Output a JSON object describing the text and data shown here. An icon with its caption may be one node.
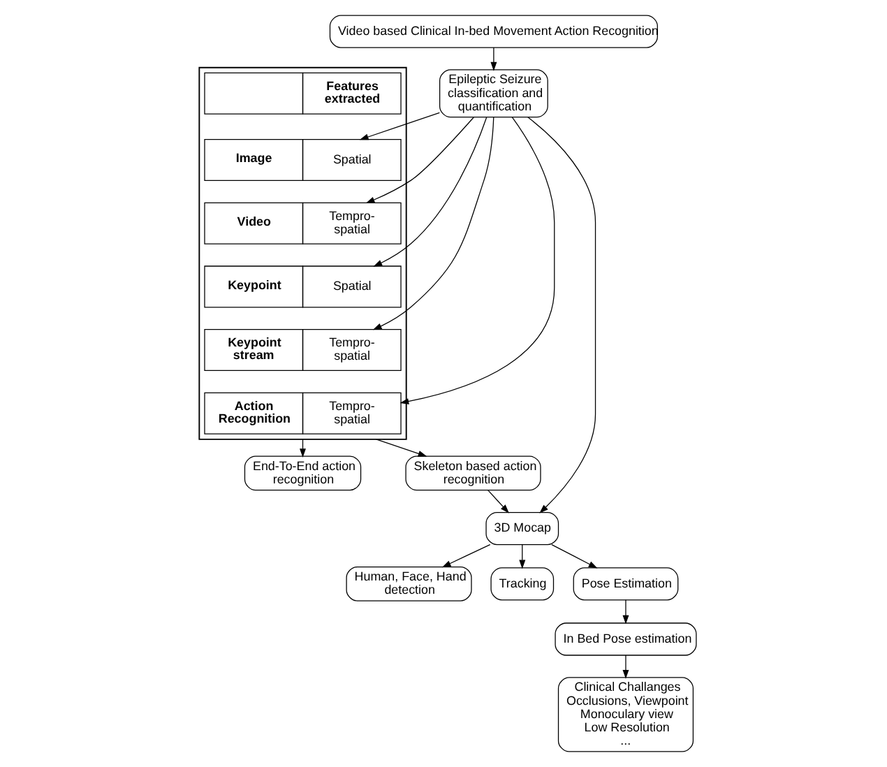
{
  "diagram": {
    "nodes": [
      {
        "text": [
          "Video based Clinical In-bed Movement Action Recognition"
        ]
      },
      {
        "text": [
          "Epileptic Seizure classification and quantification"
        ]
      },
      {
        "text": [],
        "shape": "box"
      },
      {
        "text": [
          "Features extracted"
        ],
        "in": 2
      },
      {
        "text": [
          "Image",
          "Spatial"
        ],
        "in": 2
      },
      {
        "text": [
          "Video",
          "Tempro-spatial"
        ],
        "in": 2
      },
      {
        "text": [
          "Keypoint",
          "Spatial"
        ],
        "in": 2
      },
      {
        "text": [
          "Keypoint stream",
          "Tempro-spatial"
        ],
        "in": 2
      },
      {
        "text": [
          "Action Recognition",
          "Tempro-spatial"
        ],
        "in": 2
      },
      {
        "text": [
          "3D Mocap"
        ]
      },
      {
        "text": [
          "Human, Face, Hand detection"
        ]
      },
      {
        "text": [
          "Tracking"
        ]
      },
      {
        "text": [
          "Pose Estimation"
        ]
      },
      {
        "text": [
          "In Bed Pose estimation"
        ]
      },
      {
        "text": [
          "Clinical Challanges",
          "Occlusions, Viewpoint",
          "Monoculary view",
          "Low Resolution",
          "..."
        ]
      },
      {
        "text": [
          "End-To-End action recognition"
        ]
      },
      {
        "text": [
          "Skeleton based action recognition"
        ]
      }
    ],
    "edges": [
      {
        "from": 0,
        "to": 1,
        "arrow": "to"
      },
      {
        "from": 1,
        "to": 4,
        "arrow": "to"
      },
      {
        "from": 1,
        "to": 5,
        "arrow": "to"
      },
      {
        "from": 1,
        "to": 6,
        "arrow": "to"
      },
      {
        "from": 1,
        "to": 7,
        "arrow": "to"
      },
      {
        "from": 1,
        "to": 8,
        "arrow": "to"
      },
      {
        "from": 1,
        "to": 9,
        "arrow": "to"
      },
      {
        "from": 2,
        "to": 15,
        "arrow": "to"
      },
      {
        "from": 2,
        "to": 16,
        "arrow": "to"
      },
      {
        "from": 16,
        "to": 9,
        "arrow": "to"
      },
      {
        "from": 9,
        "to": 10,
        "arrow": "to"
      },
      {
        "from": 9,
        "to": 11,
        "arrow": "to"
      },
      {
        "from": 9,
        "to": 12,
        "arrow": "to"
      },
      {
        "from": 12,
        "to": 13,
        "arrow": "to"
      },
      {
        "from": 13,
        "to": 14,
        "arrow": "to"
      }
    ]
  }
}
